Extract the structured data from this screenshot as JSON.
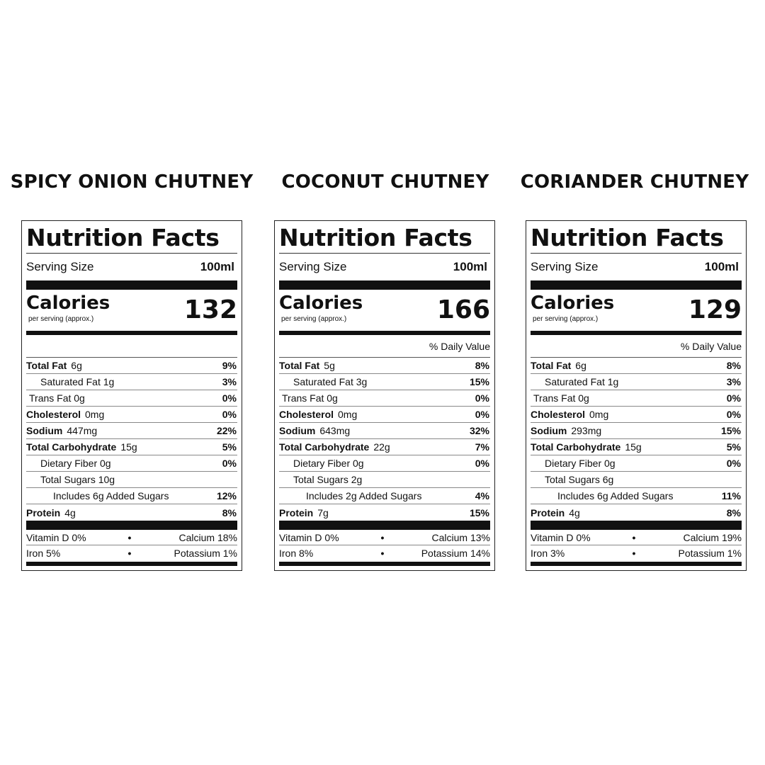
{
  "products": [
    {
      "name": "SPICY ONION CHUTNEY",
      "title": "Nutrition Facts",
      "serving_label": "Serving Size",
      "serving_value": "100ml",
      "calories_label": "Calories",
      "calories_sub": "per serving (approx.)",
      "calories": "132",
      "daily_value_label": "",
      "total_fat_label": "Total Fat",
      "total_fat": "6g",
      "total_fat_pct": "9%",
      "sat_fat": "Saturated Fat  1g",
      "sat_fat_pct": "3%",
      "trans_fat": "Trans Fat  0g",
      "trans_fat_pct": "0%",
      "cholesterol_label": "Cholesterol",
      "cholesterol": "0mg",
      "cholesterol_pct": "0%",
      "sodium_label": "Sodium",
      "sodium": "447mg",
      "sodium_pct": "22%",
      "carb_label": "Total Carbohydrate",
      "carb": "15g",
      "carb_pct": "5%",
      "fiber": "Dietary Fiber 0g",
      "fiber_pct": "0%",
      "sugars": "Total Sugars 10g",
      "added_sugars": "Includes 6g Added Sugars",
      "added_sugars_pct": "12%",
      "protein_label": "Protein",
      "protein": "4g",
      "protein_pct": "8%",
      "vitamin_d": "Vitamin D  0%",
      "calcium": "Calcium  18%",
      "iron": "Iron  5%",
      "potassium": "Potassium  1%",
      "dot": "•"
    },
    {
      "name": "COCONUT CHUTNEY",
      "title": "Nutrition Facts",
      "serving_label": "Serving Size",
      "serving_value": "100ml",
      "calories_label": "Calories",
      "calories_sub": "per serving (approx.)",
      "calories": "166",
      "daily_value_label": "% Daily Value",
      "total_fat_label": "Total Fat",
      "total_fat": "5g",
      "total_fat_pct": "8%",
      "sat_fat": "Saturated Fat  3g",
      "sat_fat_pct": "15%",
      "trans_fat": "Trans Fat  0g",
      "trans_fat_pct": "0%",
      "cholesterol_label": "Cholesterol",
      "cholesterol": "0mg",
      "cholesterol_pct": "0%",
      "sodium_label": "Sodium",
      "sodium": "643mg",
      "sodium_pct": "32%",
      "carb_label": "Total Carbohydrate",
      "carb": "22g",
      "carb_pct": "7%",
      "fiber": "Dietary Fiber 0g",
      "fiber_pct": "0%",
      "sugars": "Total Sugars 2g",
      "added_sugars": "Includes 2g Added Sugars",
      "added_sugars_pct": "4%",
      "protein_label": "Protein",
      "protein": "7g",
      "protein_pct": "15%",
      "vitamin_d": "Vitamin D  0%",
      "calcium": "Calcium  13%",
      "iron": "Iron  8%",
      "potassium": "Potassium  14%",
      "dot": "•"
    },
    {
      "name": "CORIANDER CHUTNEY",
      "title": "Nutrition Facts",
      "serving_label": "Serving Size",
      "serving_value": "100ml",
      "calories_label": "Calories",
      "calories_sub": "per serving (approx.)",
      "calories": "129",
      "daily_value_label": "% Daily Value",
      "total_fat_label": "Total Fat",
      "total_fat": "6g",
      "total_fat_pct": "8%",
      "sat_fat": "Saturated Fat  1g",
      "sat_fat_pct": "3%",
      "trans_fat": "Trans Fat  0g",
      "trans_fat_pct": "0%",
      "cholesterol_label": "Cholesterol",
      "cholesterol": "0mg",
      "cholesterol_pct": "0%",
      "sodium_label": "Sodium",
      "sodium": "293mg",
      "sodium_pct": "15%",
      "carb_label": "Total Carbohydrate",
      "carb": "15g",
      "carb_pct": "5%",
      "fiber": "Dietary Fiber 0g",
      "fiber_pct": "0%",
      "sugars": "Total Sugars 6g",
      "added_sugars": "Includes 6g Added Sugars",
      "added_sugars_pct": "11%",
      "protein_label": "Protein",
      "protein": "4g",
      "protein_pct": "8%",
      "vitamin_d": "Vitamin D  0%",
      "calcium": "Calcium  19%",
      "iron": "Iron  3%",
      "potassium": "Potassium  1%",
      "dot": "•"
    }
  ]
}
